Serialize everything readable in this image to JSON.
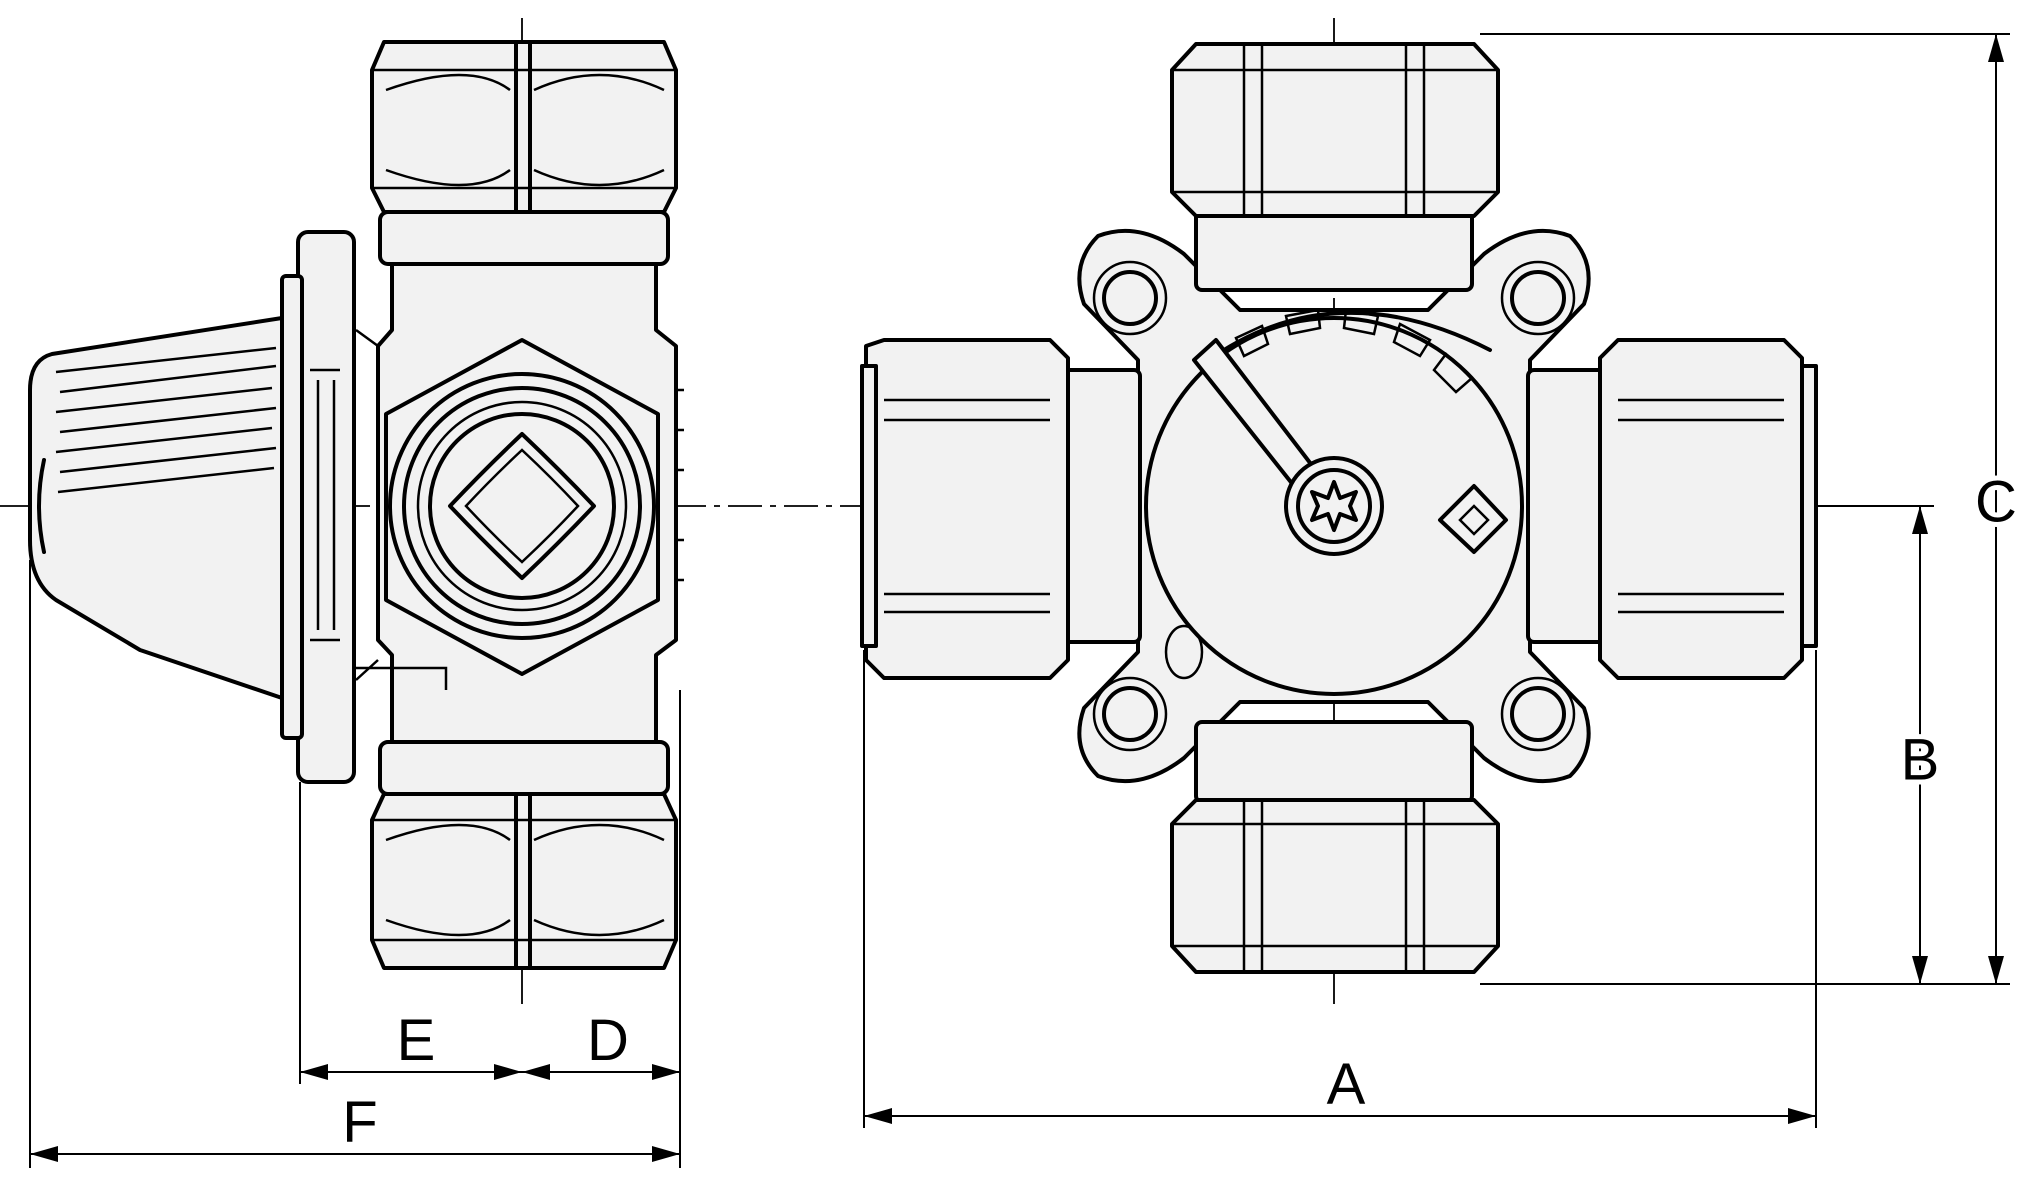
{
  "dimensions": {
    "a": "A",
    "b": "B",
    "c": "C",
    "d": "D",
    "e": "E",
    "f": "F"
  },
  "colors": {
    "line": "#000000",
    "fill": "#f2f2f2",
    "background": "#ffffff"
  }
}
